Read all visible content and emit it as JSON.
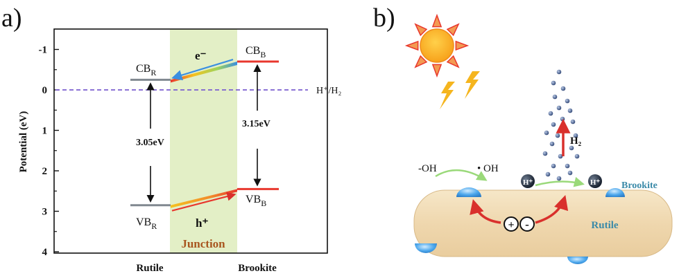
{
  "panel_a": {
    "label": "a)",
    "y_axis_label": "Potential (eV)",
    "y_ticks": [
      "-1",
      "0",
      "1",
      "2",
      "3",
      "4"
    ],
    "x_labels": [
      "Rutile",
      "Brookite"
    ],
    "junction_label": "Junction",
    "reference_label": "H⁺/H₂",
    "rutile_cb": {
      "text": "CB",
      "sub": "R",
      "potential": -0.25
    },
    "rutile_vb": {
      "text": "VB",
      "sub": "R",
      "potential": 2.85
    },
    "brookite_cb": {
      "text": "CB",
      "sub": "B",
      "potential": -0.7
    },
    "brookite_vb": {
      "text": "VB",
      "sub": "B",
      "potential": 2.45
    },
    "rutile_gap": "3.05eV",
    "brookite_gap": "3.15eV",
    "electron": "e⁻",
    "hole": "h⁺",
    "colors": {
      "junction": "#e3efc6",
      "rutile_band": "#808890",
      "brookite_band": "#e8372d",
      "reference": "#7b5fd1",
      "junction_text": "#a8561f"
    }
  },
  "panel_b": {
    "label": "b)",
    "oh_minus": "-OH",
    "oh_radical": "• OH",
    "h_plus": "H⁺",
    "h2_label": "H₂",
    "brookite_label": "Brookite",
    "rutile_label": "Rutile",
    "hole_sign": "+",
    "electron_sign": "-",
    "colors": {
      "rod": "#f0dcb8",
      "dots": "#3f5a8c",
      "brookite_text": "#3a8aa8",
      "arrow": "#d9302c",
      "green_arrow": "#9ad97a"
    }
  }
}
